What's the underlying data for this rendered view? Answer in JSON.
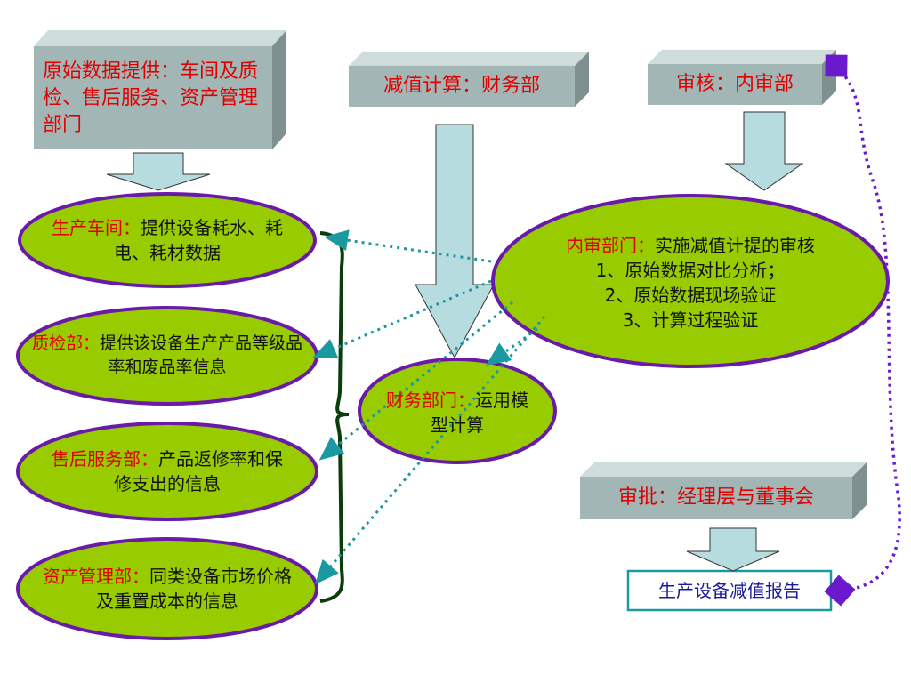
{
  "boxes": {
    "raw_data": "原始数据提供：车间及质检、售后服务、资产管理部门",
    "impairment_calc": "减值计算：财务部",
    "audit": "审核：内审部",
    "approval": "审批：经理层与董事会",
    "report": "生产设备减值报告"
  },
  "nodes": {
    "workshop": {
      "title": "生产车间：",
      "text": "提供设备耗水、耗电、耗材数据"
    },
    "quality": {
      "title": "质检部：",
      "text": "提供该设备生产产品等级品率和废品率信息"
    },
    "after_sales": {
      "title": "售后服务部：",
      "text": "产品返修率和保修支出的信息"
    },
    "asset_mgmt": {
      "title": "资产管理部：",
      "text": "同类设备市场价格及重置成本的信息"
    },
    "finance": {
      "title": "财务部门：",
      "text": "运用模型计算"
    },
    "internal_audit": {
      "title": "内审部门：",
      "text": "实施减值计提的审核",
      "steps": [
        "1、原始数据对比分析；",
        "2、原始数据现场验证",
        "3、计算过程验证"
      ]
    }
  },
  "colors": {
    "ellipse_fill": "#99cc00",
    "ellipse_stroke": "#6a1aa8",
    "box_fill": "#a3b6b6",
    "arrow_fill": "#b6dce0",
    "dotted_teal": "#1a9aa0",
    "dotted_purple": "#6a1acc",
    "red_text": "#e00000"
  }
}
